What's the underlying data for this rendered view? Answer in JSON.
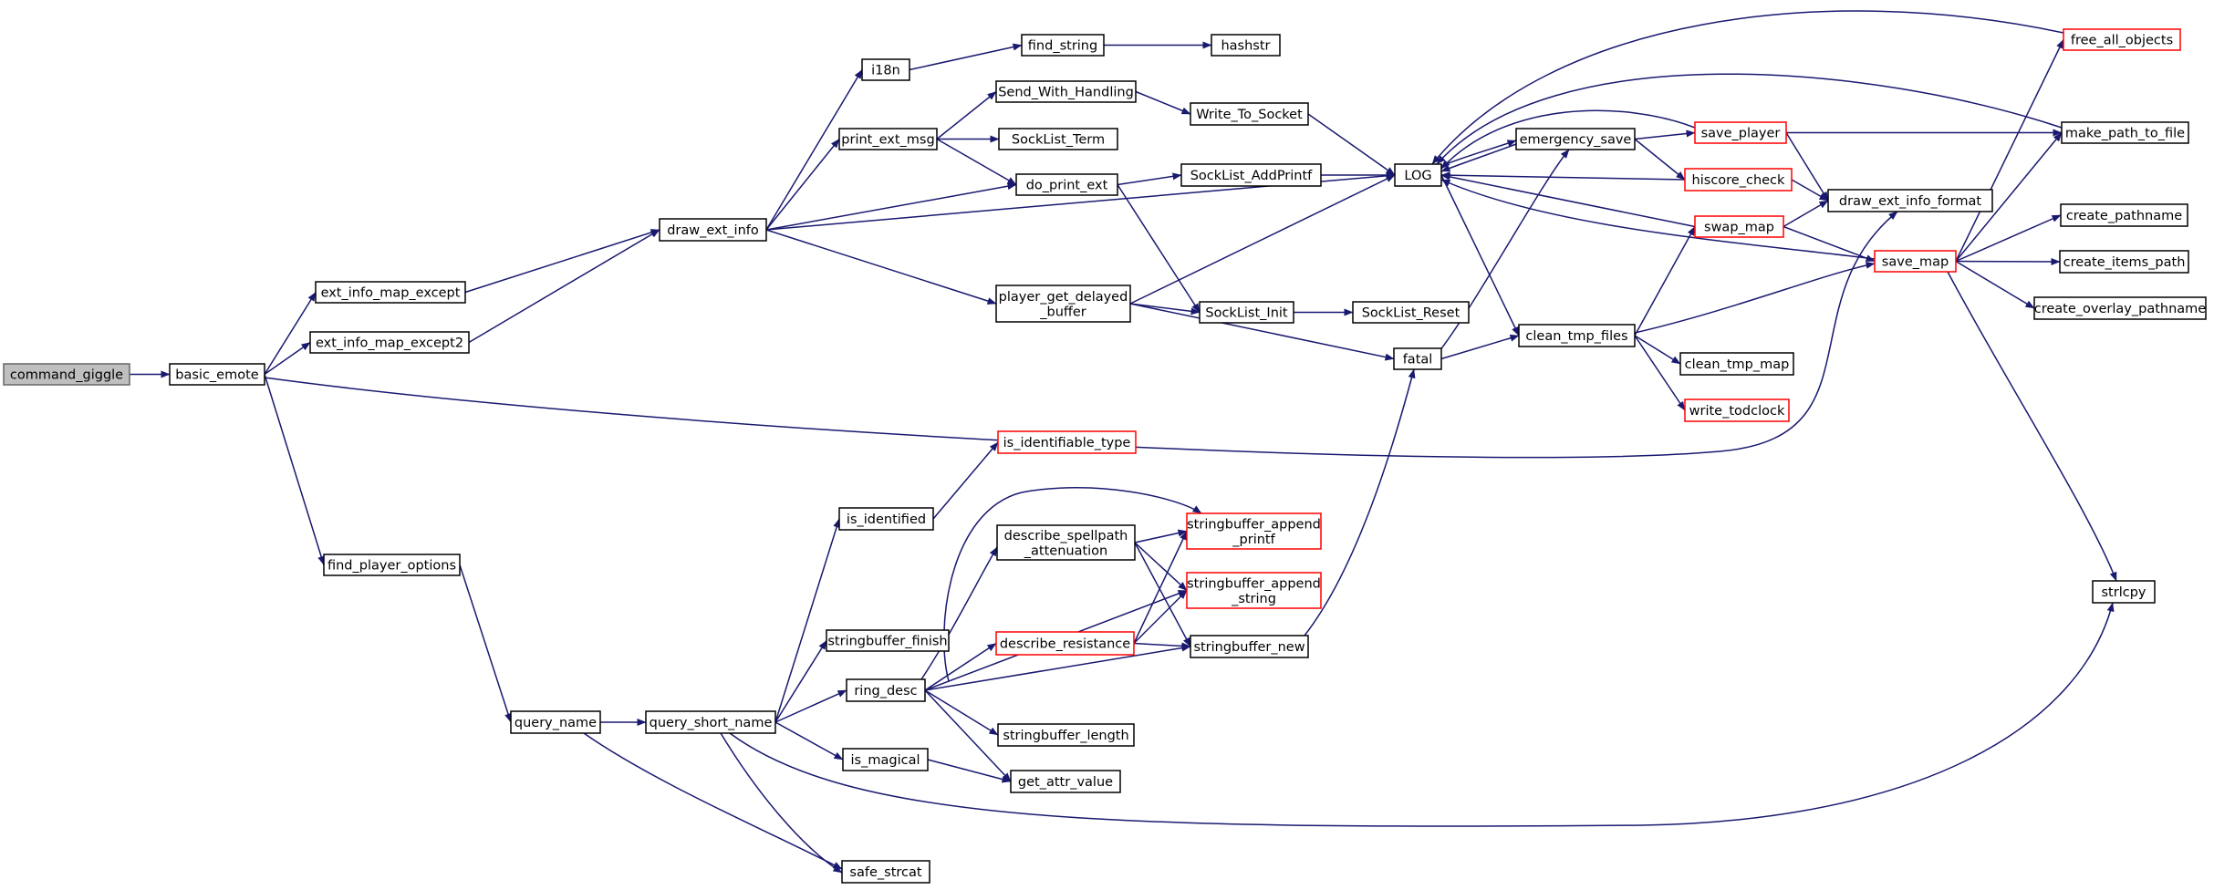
{
  "graph": {
    "nodes": [
      {
        "id": "command_giggle",
        "lines": [
          "command_giggle"
        ],
        "root": true
      },
      {
        "id": "basic_emote",
        "lines": [
          "basic_emote"
        ]
      },
      {
        "id": "ext_info_map_except",
        "lines": [
          "ext_info_map_except"
        ]
      },
      {
        "id": "ext_info_map_except2",
        "lines": [
          "ext_info_map_except2"
        ]
      },
      {
        "id": "find_player_options",
        "lines": [
          "find_player_options"
        ]
      },
      {
        "id": "draw_ext_info",
        "lines": [
          "draw_ext_info"
        ]
      },
      {
        "id": "i18n",
        "lines": [
          "i18n"
        ]
      },
      {
        "id": "print_ext_msg",
        "lines": [
          "print_ext_msg"
        ]
      },
      {
        "id": "find_string",
        "lines": [
          "find_string"
        ]
      },
      {
        "id": "hashstr",
        "lines": [
          "hashstr"
        ]
      },
      {
        "id": "Send_With_Handling",
        "lines": [
          "Send_With_Handling"
        ]
      },
      {
        "id": "SockList_Term",
        "lines": [
          "SockList_Term"
        ]
      },
      {
        "id": "do_print_ext",
        "lines": [
          "do_print_ext"
        ]
      },
      {
        "id": "Write_To_Socket",
        "lines": [
          "Write_To_Socket"
        ]
      },
      {
        "id": "SockList_AddPrintf",
        "lines": [
          "SockList_AddPrintf"
        ]
      },
      {
        "id": "player_get_delayed_buffer",
        "lines": [
          "player_get_delayed",
          "_buffer"
        ]
      },
      {
        "id": "SockList_Init",
        "lines": [
          "SockList_Init"
        ]
      },
      {
        "id": "SockList_Reset",
        "lines": [
          "SockList_Reset"
        ]
      },
      {
        "id": "LOG",
        "lines": [
          "LOG"
        ]
      },
      {
        "id": "fatal",
        "lines": [
          "fatal"
        ]
      },
      {
        "id": "emergency_save",
        "lines": [
          "emergency_save"
        ]
      },
      {
        "id": "clean_tmp_files",
        "lines": [
          "clean_tmp_files"
        ]
      },
      {
        "id": "save_player",
        "lines": [
          "save_player"
        ],
        "truncated": true
      },
      {
        "id": "hiscore_check",
        "lines": [
          "hiscore_check"
        ],
        "truncated": true
      },
      {
        "id": "swap_map",
        "lines": [
          "swap_map"
        ],
        "truncated": true
      },
      {
        "id": "clean_tmp_map",
        "lines": [
          "clean_tmp_map"
        ]
      },
      {
        "id": "write_todclock",
        "lines": [
          "write_todclock"
        ],
        "truncated": true
      },
      {
        "id": "draw_ext_info_format",
        "lines": [
          "draw_ext_info_format"
        ]
      },
      {
        "id": "save_map",
        "lines": [
          "save_map"
        ],
        "truncated": true
      },
      {
        "id": "free_all_objects",
        "lines": [
          "free_all_objects"
        ],
        "truncated": true
      },
      {
        "id": "make_path_to_file",
        "lines": [
          "make_path_to_file"
        ]
      },
      {
        "id": "create_pathname",
        "lines": [
          "create_pathname"
        ]
      },
      {
        "id": "create_items_path",
        "lines": [
          "create_items_path"
        ]
      },
      {
        "id": "create_overlay_pathname",
        "lines": [
          "create_overlay_pathname"
        ]
      },
      {
        "id": "strlcpy",
        "lines": [
          "strlcpy"
        ]
      },
      {
        "id": "query_name",
        "lines": [
          "query_name"
        ]
      },
      {
        "id": "query_short_name",
        "lines": [
          "query_short_name"
        ]
      },
      {
        "id": "is_identified",
        "lines": [
          "is_identified"
        ]
      },
      {
        "id": "is_identifiable_type",
        "lines": [
          "is_identifiable_type"
        ],
        "truncated": true
      },
      {
        "id": "stringbuffer_finish",
        "lines": [
          "stringbuffer_finish"
        ]
      },
      {
        "id": "ring_desc",
        "lines": [
          "ring_desc"
        ]
      },
      {
        "id": "is_magical",
        "lines": [
          "is_magical"
        ]
      },
      {
        "id": "safe_strcat",
        "lines": [
          "safe_strcat"
        ]
      },
      {
        "id": "describe_spellpath_attenuation",
        "lines": [
          "describe_spellpath",
          "_attenuation"
        ]
      },
      {
        "id": "describe_resistance",
        "lines": [
          "describe_resistance"
        ],
        "truncated": true
      },
      {
        "id": "stringbuffer_length",
        "lines": [
          "stringbuffer_length"
        ]
      },
      {
        "id": "get_attr_value",
        "lines": [
          "get_attr_value"
        ]
      },
      {
        "id": "stringbuffer_append_printf",
        "lines": [
          "stringbuffer_append",
          "_printf"
        ],
        "truncated": true
      },
      {
        "id": "stringbuffer_append_string",
        "lines": [
          "stringbuffer_append",
          "_string"
        ],
        "truncated": true
      },
      {
        "id": "stringbuffer_new",
        "lines": [
          "stringbuffer_new"
        ]
      }
    ],
    "edges": [
      [
        "command_giggle",
        "basic_emote"
      ],
      [
        "basic_emote",
        "ext_info_map_except"
      ],
      [
        "basic_emote",
        "ext_info_map_except2"
      ],
      [
        "basic_emote",
        "find_player_options"
      ],
      [
        "basic_emote",
        "draw_ext_info_format"
      ],
      [
        "ext_info_map_except",
        "draw_ext_info"
      ],
      [
        "ext_info_map_except2",
        "draw_ext_info"
      ],
      [
        "draw_ext_info",
        "i18n"
      ],
      [
        "draw_ext_info",
        "print_ext_msg"
      ],
      [
        "draw_ext_info",
        "do_print_ext"
      ],
      [
        "draw_ext_info",
        "LOG"
      ],
      [
        "draw_ext_info",
        "player_get_delayed_buffer"
      ],
      [
        "i18n",
        "find_string"
      ],
      [
        "find_string",
        "hashstr"
      ],
      [
        "print_ext_msg",
        "Send_With_Handling"
      ],
      [
        "print_ext_msg",
        "SockList_Term"
      ],
      [
        "print_ext_msg",
        "do_print_ext"
      ],
      [
        "Send_With_Handling",
        "Write_To_Socket"
      ],
      [
        "Write_To_Socket",
        "LOG"
      ],
      [
        "do_print_ext",
        "SockList_AddPrintf"
      ],
      [
        "do_print_ext",
        "SockList_Init"
      ],
      [
        "SockList_AddPrintf",
        "LOG"
      ],
      [
        "player_get_delayed_buffer",
        "LOG"
      ],
      [
        "player_get_delayed_buffer",
        "SockList_Init"
      ],
      [
        "player_get_delayed_buffer",
        "fatal"
      ],
      [
        "SockList_Init",
        "SockList_Reset"
      ],
      [
        "LOG",
        "emergency_save"
      ],
      [
        "LOG",
        "clean_tmp_files"
      ],
      [
        "fatal",
        "emergency_save"
      ],
      [
        "fatal",
        "clean_tmp_files"
      ],
      [
        "emergency_save",
        "LOG"
      ],
      [
        "emergency_save",
        "save_player"
      ],
      [
        "emergency_save",
        "hiscore_check"
      ],
      [
        "save_player",
        "LOG"
      ],
      [
        "save_player",
        "make_path_to_file"
      ],
      [
        "save_player",
        "draw_ext_info_format"
      ],
      [
        "hiscore_check",
        "LOG"
      ],
      [
        "hiscore_check",
        "draw_ext_info_format"
      ],
      [
        "swap_map",
        "LOG"
      ],
      [
        "swap_map",
        "draw_ext_info_format"
      ],
      [
        "swap_map",
        "save_map"
      ],
      [
        "clean_tmp_files",
        "swap_map"
      ],
      [
        "clean_tmp_files",
        "save_map"
      ],
      [
        "clean_tmp_files",
        "clean_tmp_map"
      ],
      [
        "clean_tmp_files",
        "write_todclock"
      ],
      [
        "save_map",
        "LOG"
      ],
      [
        "save_map",
        "free_all_objects"
      ],
      [
        "save_map",
        "make_path_to_file"
      ],
      [
        "save_map",
        "create_pathname"
      ],
      [
        "save_map",
        "create_items_path"
      ],
      [
        "save_map",
        "create_overlay_pathname"
      ],
      [
        "save_map",
        "strlcpy"
      ],
      [
        "free_all_objects",
        "LOG"
      ],
      [
        "make_path_to_file",
        "LOG"
      ],
      [
        "find_player_options",
        "query_name"
      ],
      [
        "query_name",
        "query_short_name"
      ],
      [
        "query_name",
        "safe_strcat"
      ],
      [
        "query_short_name",
        "is_identified"
      ],
      [
        "query_short_name",
        "stringbuffer_finish"
      ],
      [
        "query_short_name",
        "ring_desc"
      ],
      [
        "query_short_name",
        "is_magical"
      ],
      [
        "query_short_name",
        "safe_strcat"
      ],
      [
        "query_short_name",
        "strlcpy"
      ],
      [
        "is_identified",
        "is_identifiable_type"
      ],
      [
        "ring_desc",
        "stringbuffer_append_printf"
      ],
      [
        "ring_desc",
        "describe_spellpath_attenuation"
      ],
      [
        "ring_desc",
        "stringbuffer_append_string"
      ],
      [
        "ring_desc",
        "describe_resistance"
      ],
      [
        "ring_desc",
        "stringbuffer_new"
      ],
      [
        "ring_desc",
        "stringbuffer_length"
      ],
      [
        "ring_desc",
        "get_attr_value"
      ],
      [
        "is_magical",
        "get_attr_value"
      ],
      [
        "describe_spellpath_attenuation",
        "stringbuffer_append_printf"
      ],
      [
        "describe_spellpath_attenuation",
        "stringbuffer_append_string"
      ],
      [
        "describe_spellpath_attenuation",
        "stringbuffer_new"
      ],
      [
        "describe_resistance",
        "stringbuffer_append_printf"
      ],
      [
        "describe_resistance",
        "stringbuffer_append_string"
      ],
      [
        "describe_resistance",
        "stringbuffer_new"
      ],
      [
        "stringbuffer_new",
        "fatal"
      ]
    ]
  }
}
